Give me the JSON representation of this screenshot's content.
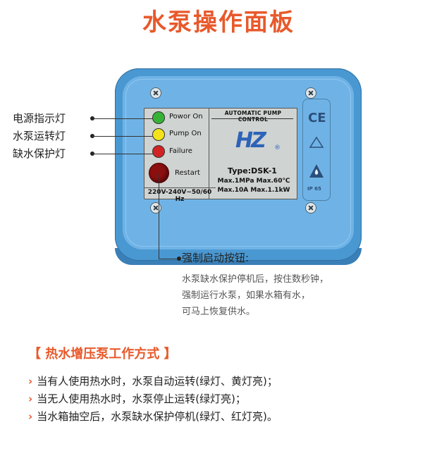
{
  "title": "水泵操作面板",
  "panel": {
    "header": "AUTOMATIC PUMP CONTROL",
    "indicators": [
      {
        "label": "Powor On",
        "color": "#36b336"
      },
      {
        "label": "Pump On",
        "color": "#f3e21a"
      },
      {
        "label": "Failure",
        "color": "#d12323"
      }
    ],
    "restart_label": "Restart",
    "voltage": "220V-240V~50/60 Hz",
    "logo": "HZ",
    "registered": "®",
    "type": "Type:DSK-1",
    "spec_line1": "Max.1MPa Max.60℃",
    "spec_line2": "Max.10A   Max.1.1kW",
    "ce_mark": "CE",
    "ip_rating": "IP 65"
  },
  "callouts": {
    "power": "电源指示灯",
    "pump": "水泵运转灯",
    "failure": "缺水保护灯"
  },
  "force_start": {
    "title": "强制启动按钮:",
    "lines": [
      "水泵缺水保护停机后，按住数秒钟，",
      "强制运行水泵，如果水箱有水，",
      "可马上恢复供水。"
    ]
  },
  "mode": {
    "title": "【 热水增压泵工作方式 】",
    "items": [
      "当有人使用热水时，水泵自动运转(绿灯、黄灯亮)；",
      "当无人使用热水时，水泵停止运转(绿灯亮)；",
      "当水箱抽空后，水泵缺水保护停机(绿灯、红灯亮)。"
    ],
    "bullet": "›"
  }
}
